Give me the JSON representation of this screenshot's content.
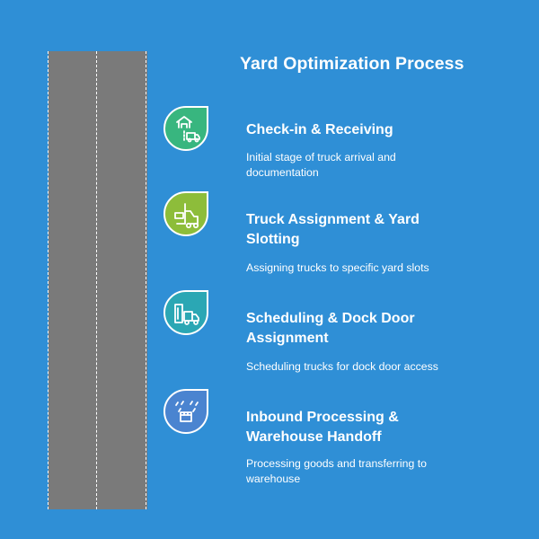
{
  "title": "Yard Optimization Process",
  "colors": {
    "background": "#2F8FD6",
    "road": "#7a7a7a",
    "step1": "#38B67F",
    "step2": "#8DBD3A",
    "step3": "#2BA7B4",
    "step4": "#4A84D0"
  },
  "steps": [
    {
      "heading": "Check-in & Receiving",
      "description": "Initial stage of truck arrival and documentation",
      "icon": "warehouse-truck-icon"
    },
    {
      "heading": "Truck Assignment & Yard Slotting",
      "description": "Assigning trucks to specific yard slots",
      "icon": "forklift-icon"
    },
    {
      "heading": "Scheduling & Dock Door Assignment",
      "description": "Scheduling trucks for dock door access",
      "icon": "dock-truck-icon"
    },
    {
      "heading": "Inbound Processing & Warehouse Handoff",
      "description": "Processing goods and transferring to warehouse",
      "icon": "package-handling-icon"
    }
  ]
}
